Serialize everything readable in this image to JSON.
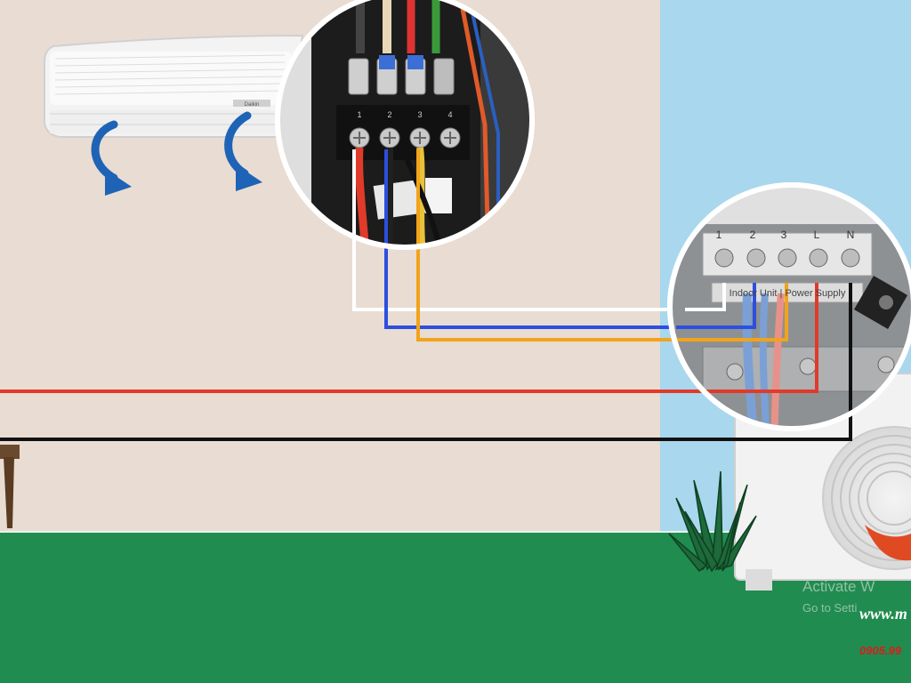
{
  "colors": {
    "wall": "#e9dcd2",
    "sky": "#a9d7ee",
    "grass": "#218c4f",
    "wire_white": "#ffffff",
    "wire_blue": "#2c4fe0",
    "wire_yellow": "#f2a31b",
    "wire_red": "#e23a2a",
    "wire_black": "#111111",
    "arrow_blue": "#1e63b6"
  },
  "indoor_terminals": [
    "1",
    "2",
    "3",
    "4"
  ],
  "outdoor_terminals": [
    "1",
    "2",
    "3",
    "L",
    "N"
  ],
  "outdoor_panel_label": "Indoor Unit | Power Supply",
  "indoor_unit_brand": "Daikin",
  "watermark": {
    "line1": "Activate W",
    "line2": "Go to Setti"
  },
  "site": "www.m",
  "phone": "0905.99"
}
